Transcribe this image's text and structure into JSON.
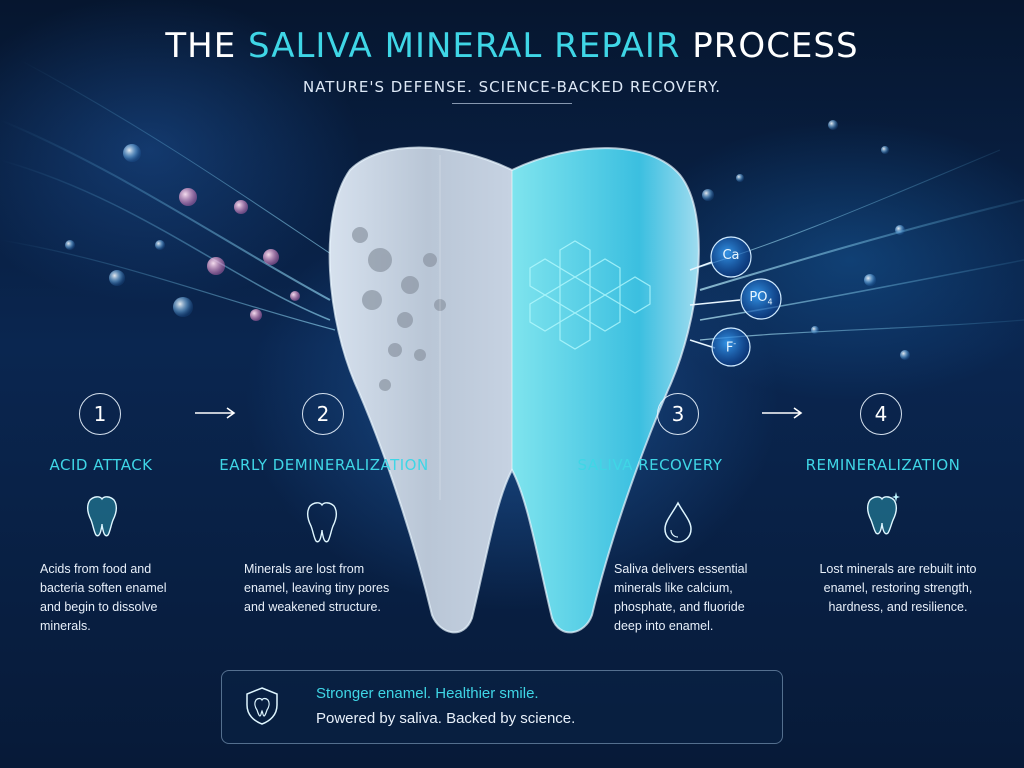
{
  "header": {
    "title_pre": "THE ",
    "title_accent": "SALIVA MINERAL REPAIR",
    "title_post": " PROCESS",
    "subtitle": "NATURE'S DEFENSE. SCIENCE-BACKED RECOVERY."
  },
  "ions": {
    "calcium": "Ca",
    "phosphate": "PO",
    "phosphate_sub": "4",
    "fluoride": "F",
    "fluoride_sup": "-"
  },
  "steps": [
    {
      "number": "1",
      "title": "ACID ATTACK",
      "icon": "tooth-icon",
      "description": "Acids from food and bacteria soften enamel and begin to dissolve minerals."
    },
    {
      "number": "2",
      "title": "EARLY DEMINERALIZATION",
      "icon": "tooth-outline-icon",
      "description": "Minerals are lost from enamel, leaving tiny pores and weakened structure."
    },
    {
      "number": "3",
      "title": "SALIVA RECOVERY",
      "icon": "droplet-icon",
      "description": "Saliva delivers essential minerals like calcium, phosphate, and fluoride deep into enamel."
    },
    {
      "number": "4",
      "title": "REMINERALIZATION",
      "icon": "sparkle-tooth-icon",
      "description": "Lost minerals are rebuilt into enamel, restoring strength, hardness, and resilience."
    }
  ],
  "footer": {
    "line1": "Stronger enamel. Healthier smile.",
    "line2": "Powered by saliva. Backed by science.",
    "icon": "shield-tooth-icon"
  },
  "colors": {
    "accent": "#3fd6e6",
    "background": "#0a2650",
    "text": "#e8f0fa"
  }
}
